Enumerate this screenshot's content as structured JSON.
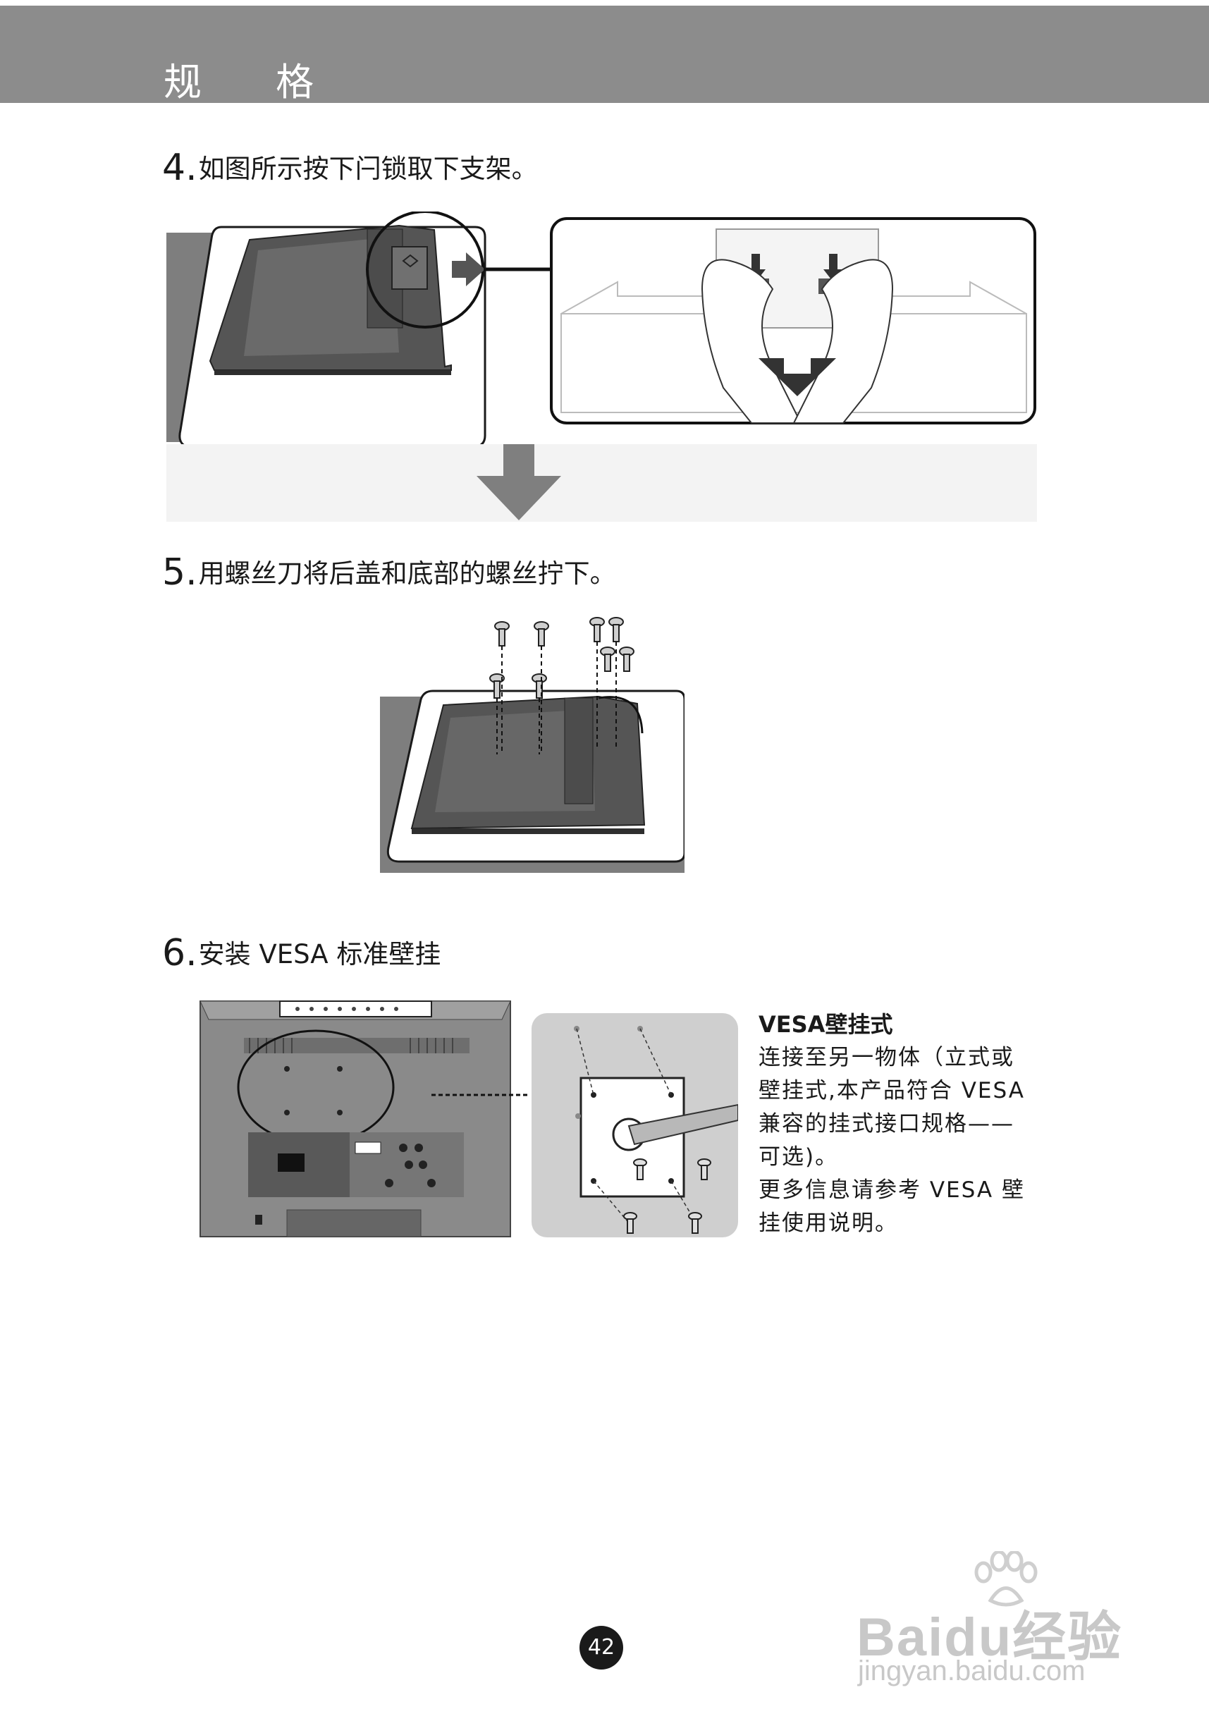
{
  "header": {
    "title": "规 格"
  },
  "steps": [
    {
      "number": "4.",
      "text": "如图所示按下闩锁取下支架。"
    },
    {
      "number": "5.",
      "text": "用螺丝刀将后盖和底部的螺丝拧下。"
    },
    {
      "number": "6.",
      "text": "安装 VESA 标准壁挂"
    }
  ],
  "vesa_info": {
    "title": "VESA壁挂式",
    "lines": [
      "连接至另一物体（立式或",
      "壁挂式,本产品符合 VESA",
      "兼容的挂式接口规格——",
      "可选)。",
      "更多信息请参考 VESA 壁",
      "挂使用说明。"
    ]
  },
  "page_number": "42",
  "watermark": {
    "brand": "Baidu经验",
    "url": "jingyan.baidu.com"
  },
  "colors": {
    "header_bg": "#8c8c8c",
    "illustration_gray": "#808080",
    "arrow_gray": "#7f7f7f"
  }
}
